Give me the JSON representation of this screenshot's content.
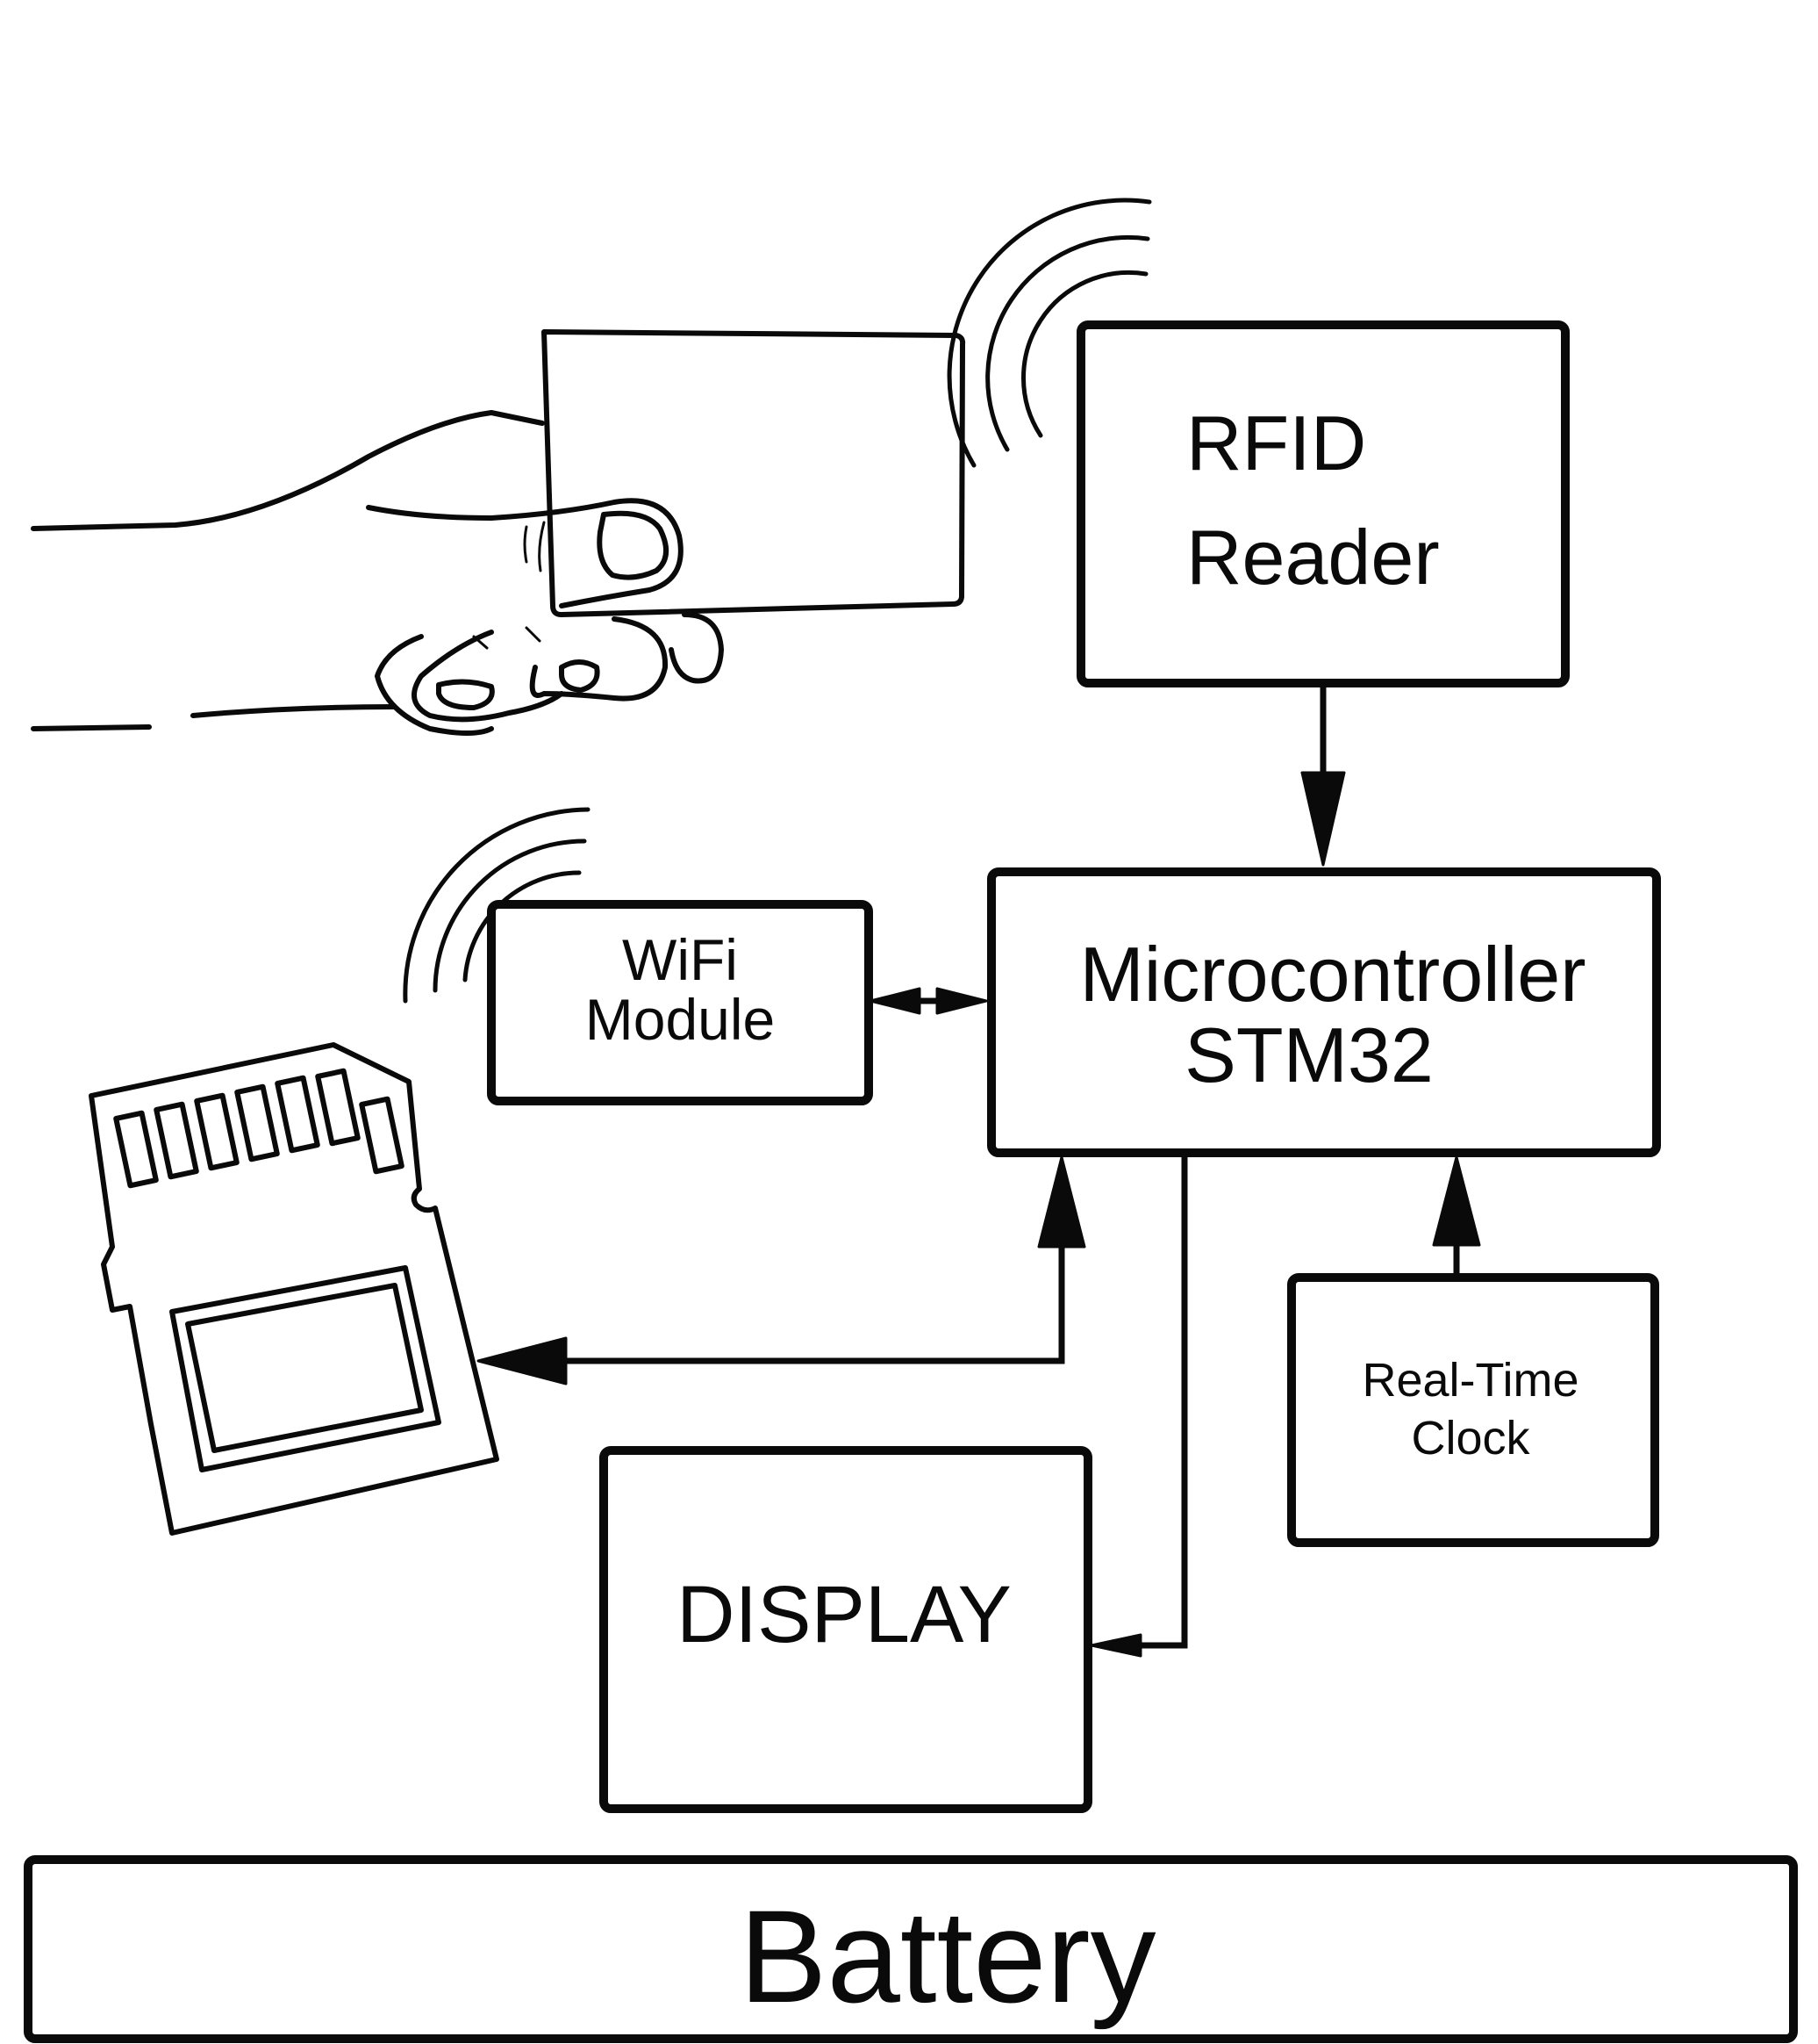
{
  "diagram": {
    "blocks": {
      "rfid_reader": {
        "lines": [
          "RFID",
          "Reader"
        ]
      },
      "microcontroller": {
        "lines": [
          "Microcontroller",
          "STM32"
        ]
      },
      "wifi_module": {
        "lines": [
          "WiFi",
          "Module"
        ]
      },
      "real_time_clock": {
        "lines": [
          "Real-Time",
          "Clock"
        ]
      },
      "display": {
        "lines": [
          "DISPLAY"
        ]
      },
      "battery": {
        "lines": [
          "Battery"
        ]
      }
    },
    "illustrations": [
      "hand-holding-rfid-card",
      "sd-card",
      "rfid-signal-waves",
      "wifi-signal-waves"
    ],
    "connections": [
      {
        "from": "rfid_reader",
        "to": "microcontroller",
        "direction": "one-way"
      },
      {
        "from": "wifi_module",
        "to": "microcontroller",
        "direction": "two-way"
      },
      {
        "from": "microcontroller",
        "to": "sd_card",
        "direction": "two-way"
      },
      {
        "from": "microcontroller",
        "to": "display",
        "direction": "one-way"
      },
      {
        "from": "real_time_clock",
        "to": "microcontroller",
        "direction": "one-way"
      }
    ],
    "colors": {
      "ink": "#0a0a0a",
      "background": "#ffffff"
    }
  }
}
